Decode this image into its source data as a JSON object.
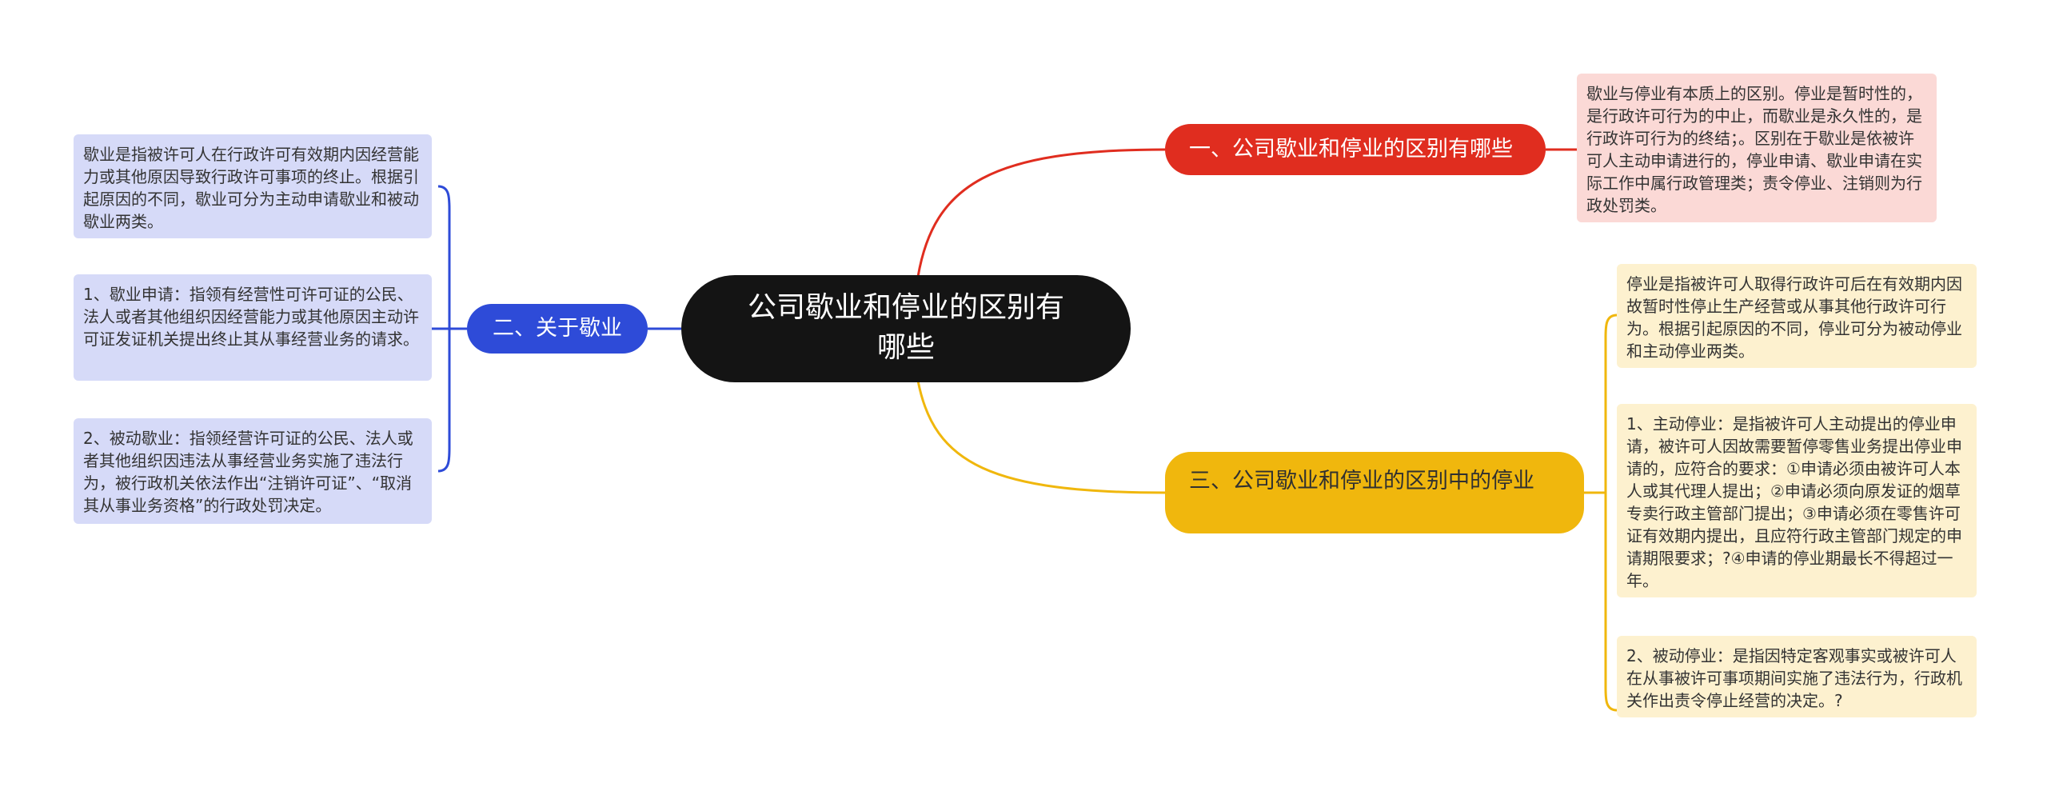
{
  "central": {
    "label": "公司歇业和停业的区别有哪些"
  },
  "branches": {
    "difference": {
      "label": "一、公司歇业和停业的区别有哪些",
      "color": "#e02d1f",
      "leaves": [
        {
          "text": "歇业与停业有本质上的区别。停业是暂时性的，是行政许可行为的中止，而歇业是永久性的，是行政许可行为的终结；。区别在于歇业是依被许可人主动申请进行的，停业申请、歇业申请在实际工作中属行政管理类；责令停业、注销则为行政处罚类。"
        }
      ]
    },
    "closure": {
      "label": "二、关于歇业",
      "color": "#2e4bd8",
      "leaves": [
        {
          "text": "歇业是指被许可人在行政许可有效期内因经营能力或其他原因导致行政许可事项的终止。根据引起原因的不同，歇业可分为主动申请歇业和被动歇业两类。"
        },
        {
          "text": "1、歇业申请：指领有经营性可许可证的公民、法人或者其他组织因经营能力或其他原因主动许可证发证机关提出终止其从事经营业务的请求。"
        },
        {
          "text": "2、被动歇业：指领经营许可证的公民、法人或者其他组织因违法从事经营业务实施了违法行为，被行政机关依法作出“注销许可证”、“取消其从事业务资格”的行政处罚决定。"
        }
      ]
    },
    "suspension": {
      "label": "三、公司歇业和停业的区别中的停业",
      "color": "#f0b70d",
      "leaves": [
        {
          "text": "停业是指被许可人取得行政许可后在有效期内因故暂时性停止生产经营或从事其他行政许可行为。根据引起原因的不同，停业可分为被动停业和主动停业两类。"
        },
        {
          "text": "1、主动停业：是指被许可人主动提出的停业申请，被许可人因故需要暂停零售业务提出停业申请的，应符合的要求：①申请必须由被许可人本人或其代理人提出；②申请必须向原发证的烟草专卖行政主管部门提出；③申请必须在零售许可证有效期内提出，且应符行政主管部门规定的申请期限要求；?④申请的停业期最长不得超过一年。"
        },
        {
          "text": "2、被动停业：是指因特定客观事实或被许可人在从事被许可事项期间实施了违法行为，行政机关作出责令停止经营的决定。?"
        }
      ]
    }
  }
}
